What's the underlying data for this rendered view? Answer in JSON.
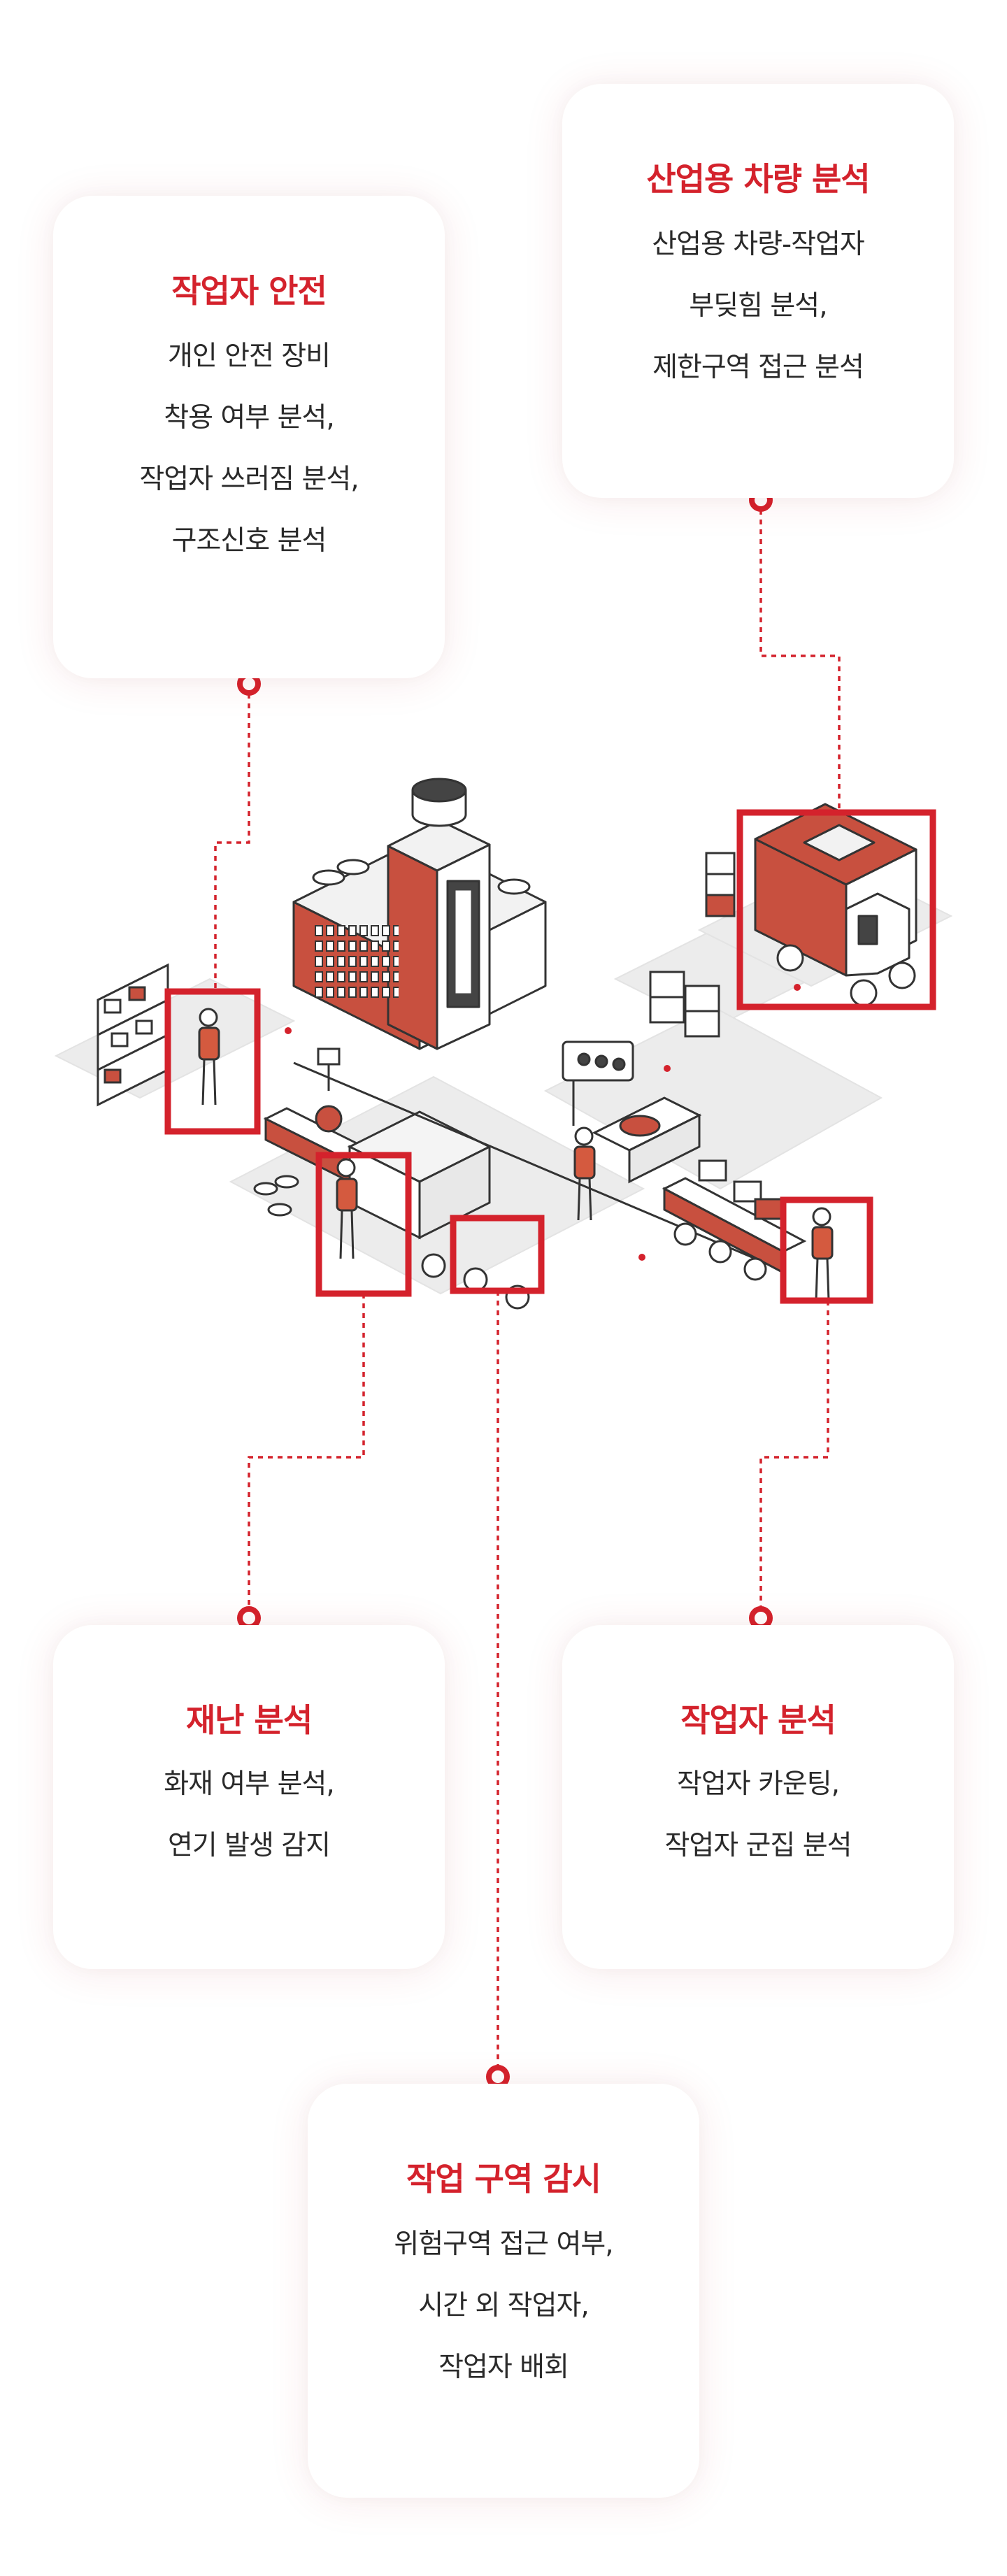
{
  "colors": {
    "accent": "#d4222c",
    "text": "#2a2a2a",
    "building_red": "#c8503f",
    "outline": "#333333"
  },
  "cards": {
    "worker_safety": {
      "title": "작업자 안전",
      "lines": [
        "개인 안전 장비",
        "착용 여부 분석,",
        "작업자 쓰러짐 분석,",
        "구조신호 분석"
      ]
    },
    "vehicle": {
      "title": "산업용 차량 분석",
      "lines": [
        "산업용 차량-작업자",
        "부딪힘 분석,",
        "제한구역 접근 분석"
      ]
    },
    "disaster": {
      "title": "재난 분석",
      "lines": [
        "화재 여부 분석,",
        "연기 발생 감지"
      ]
    },
    "worker_analysis": {
      "title": "작업자 분석",
      "lines": [
        "작업자 카운팅,",
        "작업자 군집 분석"
      ]
    },
    "work_zone": {
      "title": "작업 구역 감시",
      "lines": [
        "위험구역 접근 여부,",
        "시간 외 작업자,",
        "작업자 배회"
      ]
    }
  }
}
